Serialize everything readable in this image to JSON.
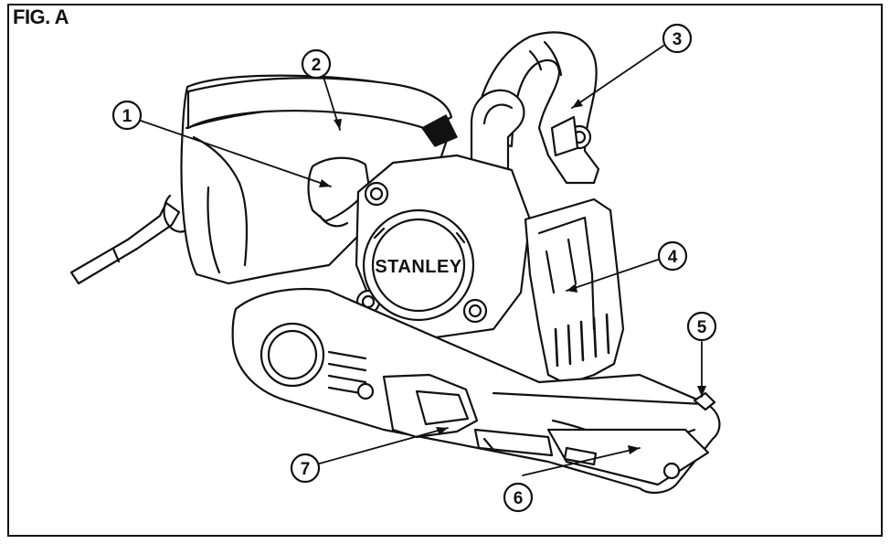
{
  "figure": {
    "title": "FIG. A"
  },
  "brand": {
    "logo_text": "STANLEY"
  },
  "callouts": [
    {
      "id": "callout-1",
      "label": "1"
    },
    {
      "id": "callout-2",
      "label": "2"
    },
    {
      "id": "callout-3",
      "label": "3"
    },
    {
      "id": "callout-4",
      "label": "4"
    },
    {
      "id": "callout-5",
      "label": "5"
    },
    {
      "id": "callout-6",
      "label": "6"
    },
    {
      "id": "callout-7",
      "label": "7"
    }
  ]
}
